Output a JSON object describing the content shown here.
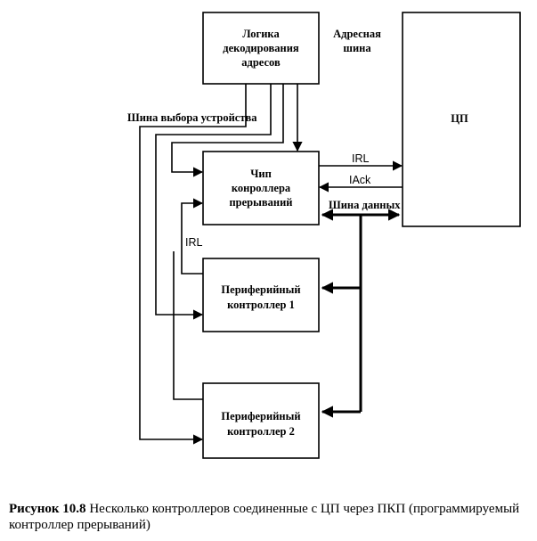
{
  "diagram": {
    "decoder_box": [
      "Логика",
      "декодирования",
      "адресов"
    ],
    "pic_box": [
      "Чип",
      "конроллера",
      "прерываний"
    ],
    "periph1_box": [
      "Периферийный",
      "контроллер 1"
    ],
    "periph2_box": [
      "Периферийный",
      "контроллер 2"
    ],
    "cpu_box": "ЦП",
    "address_bus_label": [
      "Адресная",
      "шина"
    ],
    "device_select_bus_label": "Шина выбора устройства",
    "data_bus_label": "Шина данных",
    "irl_label": "IRL",
    "iack_label": "IAck",
    "irl_side_label": "IRL"
  },
  "caption": {
    "number": "Рисунок 10.8",
    "text": " Несколько контроллеров соединенные с ЦП через ПКП (программируемый контроллер прерываний)"
  }
}
